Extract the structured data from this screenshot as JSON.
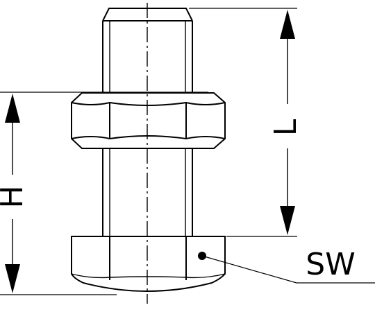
{
  "labels": {
    "length": "L",
    "height": "H",
    "wrench_size": "SW"
  },
  "colors": {
    "line": "#000000",
    "background": "#ffffff"
  }
}
